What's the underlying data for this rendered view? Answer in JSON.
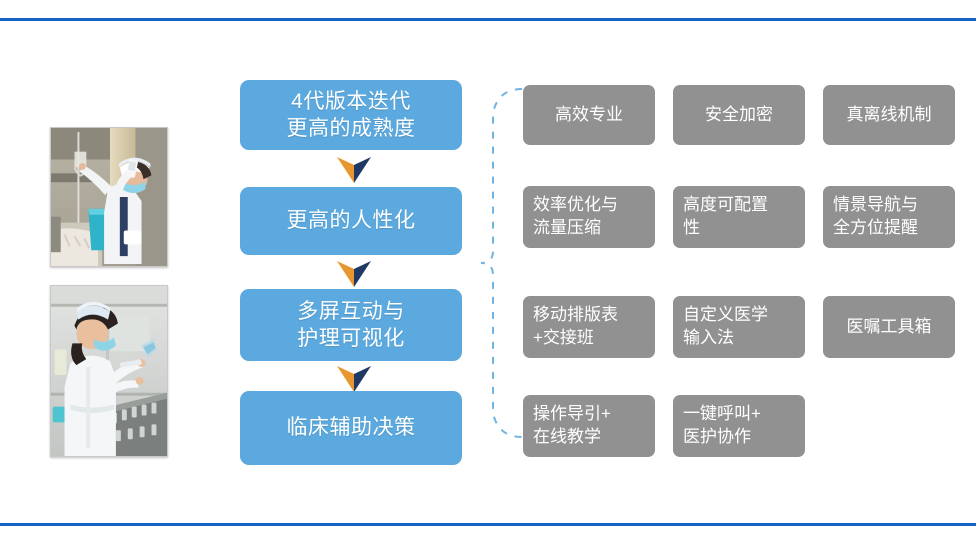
{
  "slide": {
    "accent_blue": "#1663C7",
    "flow_box_color": "#5BA9DE",
    "feature_box_color": "#919191",
    "chevron_left_color": "#E8972E",
    "chevron_right_color": "#1F3864",
    "bracket_color": "#6FB4E3"
  },
  "photos": [
    {
      "name": "nurse-scanning-iv-bag",
      "alt": "护士扫描输液袋"
    },
    {
      "name": "nurse-preparing-medication",
      "alt": "护士配药"
    }
  ],
  "flow": {
    "steps": [
      {
        "label": "4代版本迭代\n更高的成熟度"
      },
      {
        "label": "更高的人性化"
      },
      {
        "label": "多屏互动与\n护理可视化"
      },
      {
        "label": "临床辅助决策"
      }
    ]
  },
  "features": {
    "rows": [
      {
        "items": [
          {
            "label": "高效专业",
            "lines": 1
          },
          {
            "label": "安全加密",
            "lines": 1
          },
          {
            "label": "真离线机制",
            "lines": 1
          }
        ]
      },
      {
        "items": [
          {
            "label": "效率优化与\n流量压缩",
            "lines": 2
          },
          {
            "label": "高度可配置\n性",
            "lines": 2
          },
          {
            "label": "情景导航与\n全方位提醒",
            "lines": 2
          }
        ]
      },
      {
        "items": [
          {
            "label": "移动排版表\n+交接班",
            "lines": 2
          },
          {
            "label": "自定义医学\n输入法",
            "lines": 2
          },
          {
            "label": "医嘱工具箱",
            "lines": 1
          }
        ]
      },
      {
        "items": [
          {
            "label": "操作导引+\n在线教学",
            "lines": 2
          },
          {
            "label": "一键呼叫+\n医护协作",
            "lines": 2
          }
        ]
      }
    ]
  }
}
